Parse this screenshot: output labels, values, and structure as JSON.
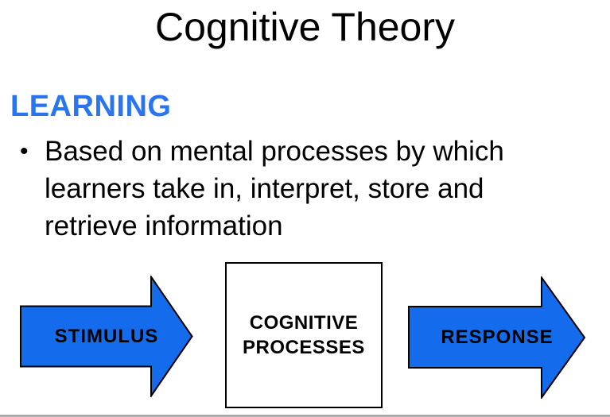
{
  "slide": {
    "title": "Cognitive Theory",
    "section_heading": "LEARNING",
    "bullet": {
      "marker": "•",
      "lines": [
        "Based on mental processes by which",
        "learners take in, interpret, store and",
        "retrieve information"
      ]
    },
    "diagram": {
      "stimulus_label": "STIMULUS",
      "process_box_line1": "COGNITIVE",
      "process_box_line2": "PROCESSES",
      "response_label": "RESPONSE"
    },
    "colors": {
      "heading_blue": "#2b74f0",
      "arrow_blue": "#146cec",
      "arrow_outline": "#000000"
    }
  }
}
